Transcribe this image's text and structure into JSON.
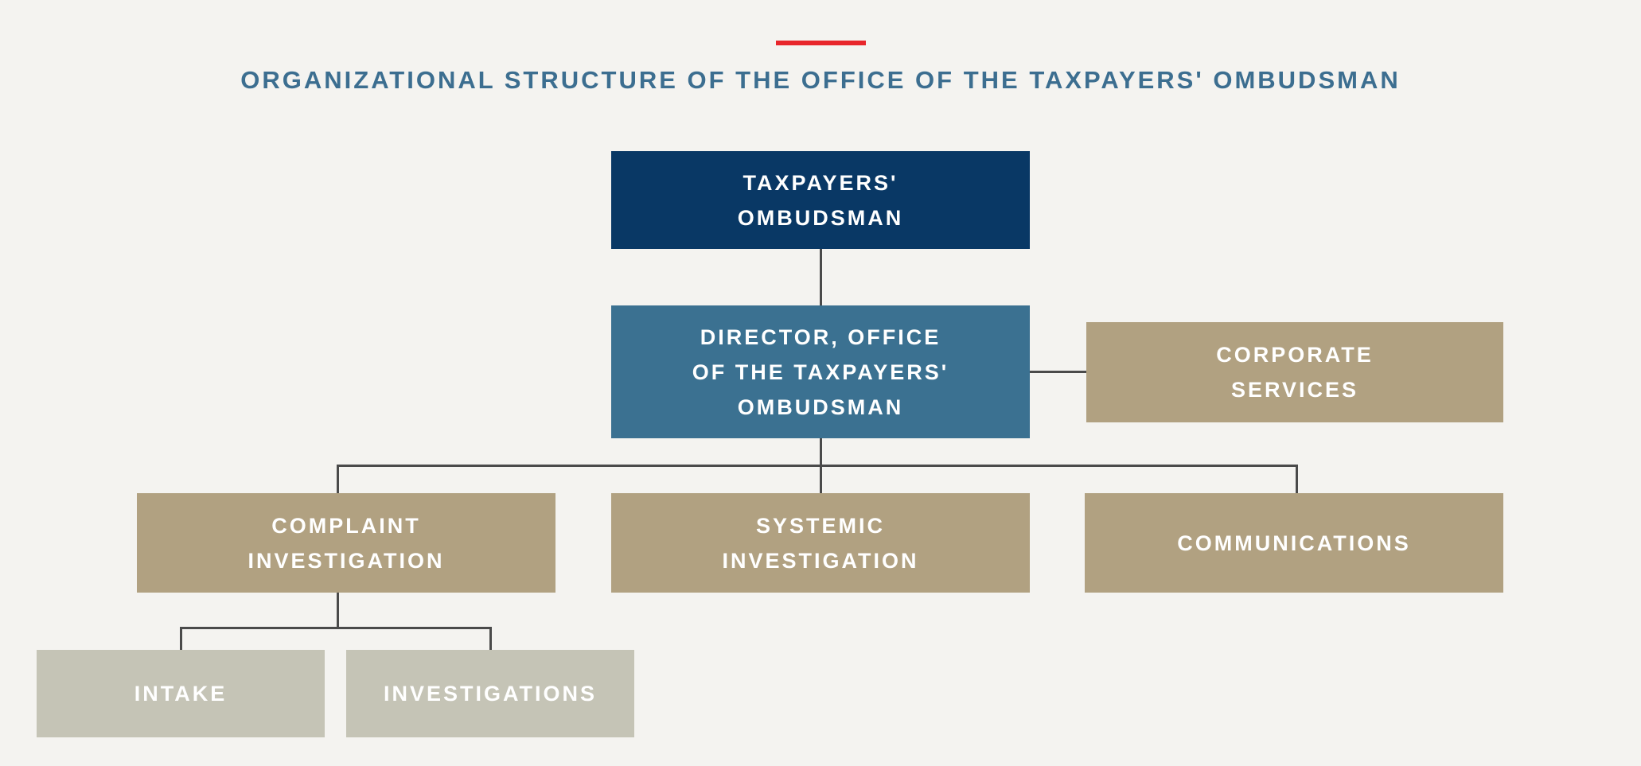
{
  "header": {
    "title": "ORGANIZATIONAL STRUCTURE OF THE OFFICE OF THE TAXPAYERS' OMBUDSMAN"
  },
  "palette": {
    "background": "#f4f3f0",
    "accent_red": "#e8262b",
    "title_blue": "#3c6e90",
    "navy_box": "#093865",
    "steel_blue_box": "#3b7191",
    "tan_box": "#b1a181",
    "sage_box": "#c5c4b6",
    "connector_gray": "#4a4a4a",
    "label_white": "#ffffff"
  },
  "org_chart": {
    "nodes": [
      {
        "id": "taxpayers-ombudsman",
        "label": "TAXPAYERS'\nOMBUDSMAN",
        "tier": "top",
        "reports_to": null
      },
      {
        "id": "director-office",
        "label": "DIRECTOR, OFFICE\nOF THE TAXPAYERS'\nOMBUDSMAN",
        "tier": "second",
        "reports_to": "taxpayers-ombudsman"
      },
      {
        "id": "corporate-services",
        "label": "CORPORATE\nSERVICES",
        "tier": "third",
        "reports_to": "director-office"
      },
      {
        "id": "complaint-investigation",
        "label": "COMPLAINT\nINVESTIGATION",
        "tier": "third",
        "reports_to": "director-office"
      },
      {
        "id": "systemic-investigation",
        "label": "SYSTEMIC\nINVESTIGATION",
        "tier": "third",
        "reports_to": "director-office"
      },
      {
        "id": "communications",
        "label": "COMMUNICATIONS",
        "tier": "third",
        "reports_to": "director-office"
      },
      {
        "id": "intake",
        "label": "INTAKE",
        "tier": "fourth",
        "reports_to": "complaint-investigation"
      },
      {
        "id": "investigations",
        "label": "INVESTIGATIONS",
        "tier": "fourth",
        "reports_to": "complaint-investigation"
      }
    ]
  }
}
